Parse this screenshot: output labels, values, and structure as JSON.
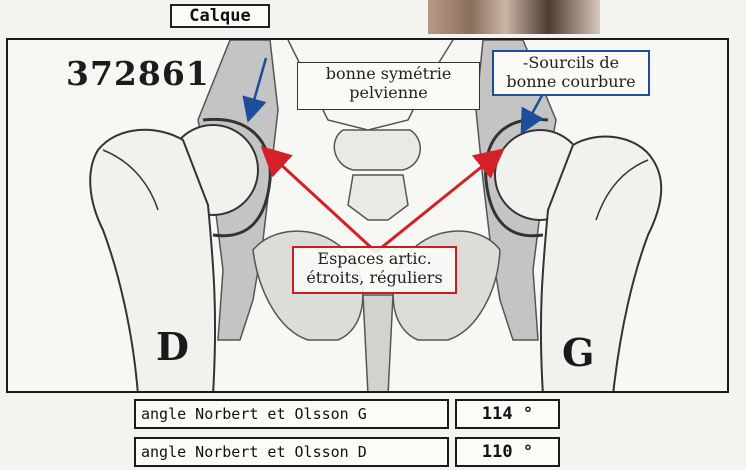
{
  "header": {
    "calque_label": "Calque"
  },
  "radiograph": {
    "id_number": "372861",
    "side_left": "D",
    "side_right": "G",
    "annotations": {
      "symmetry": [
        "bonne symétrie",
        "pelvienne"
      ],
      "sourcils": [
        "-Sourcils de",
        "bonne courbure"
      ],
      "espaces": [
        "Espaces artic.",
        "étroits, réguliers"
      ]
    },
    "colors": {
      "blue_arrow": "#1d4e9c",
      "red_arrow": "#d42027",
      "shading": "#c9c9c9"
    }
  },
  "measurements": [
    {
      "label": "angle Norbert et Olsson G",
      "value": "114 °"
    },
    {
      "label": "angle Norbert et Olsson D",
      "value": "110 °"
    }
  ]
}
